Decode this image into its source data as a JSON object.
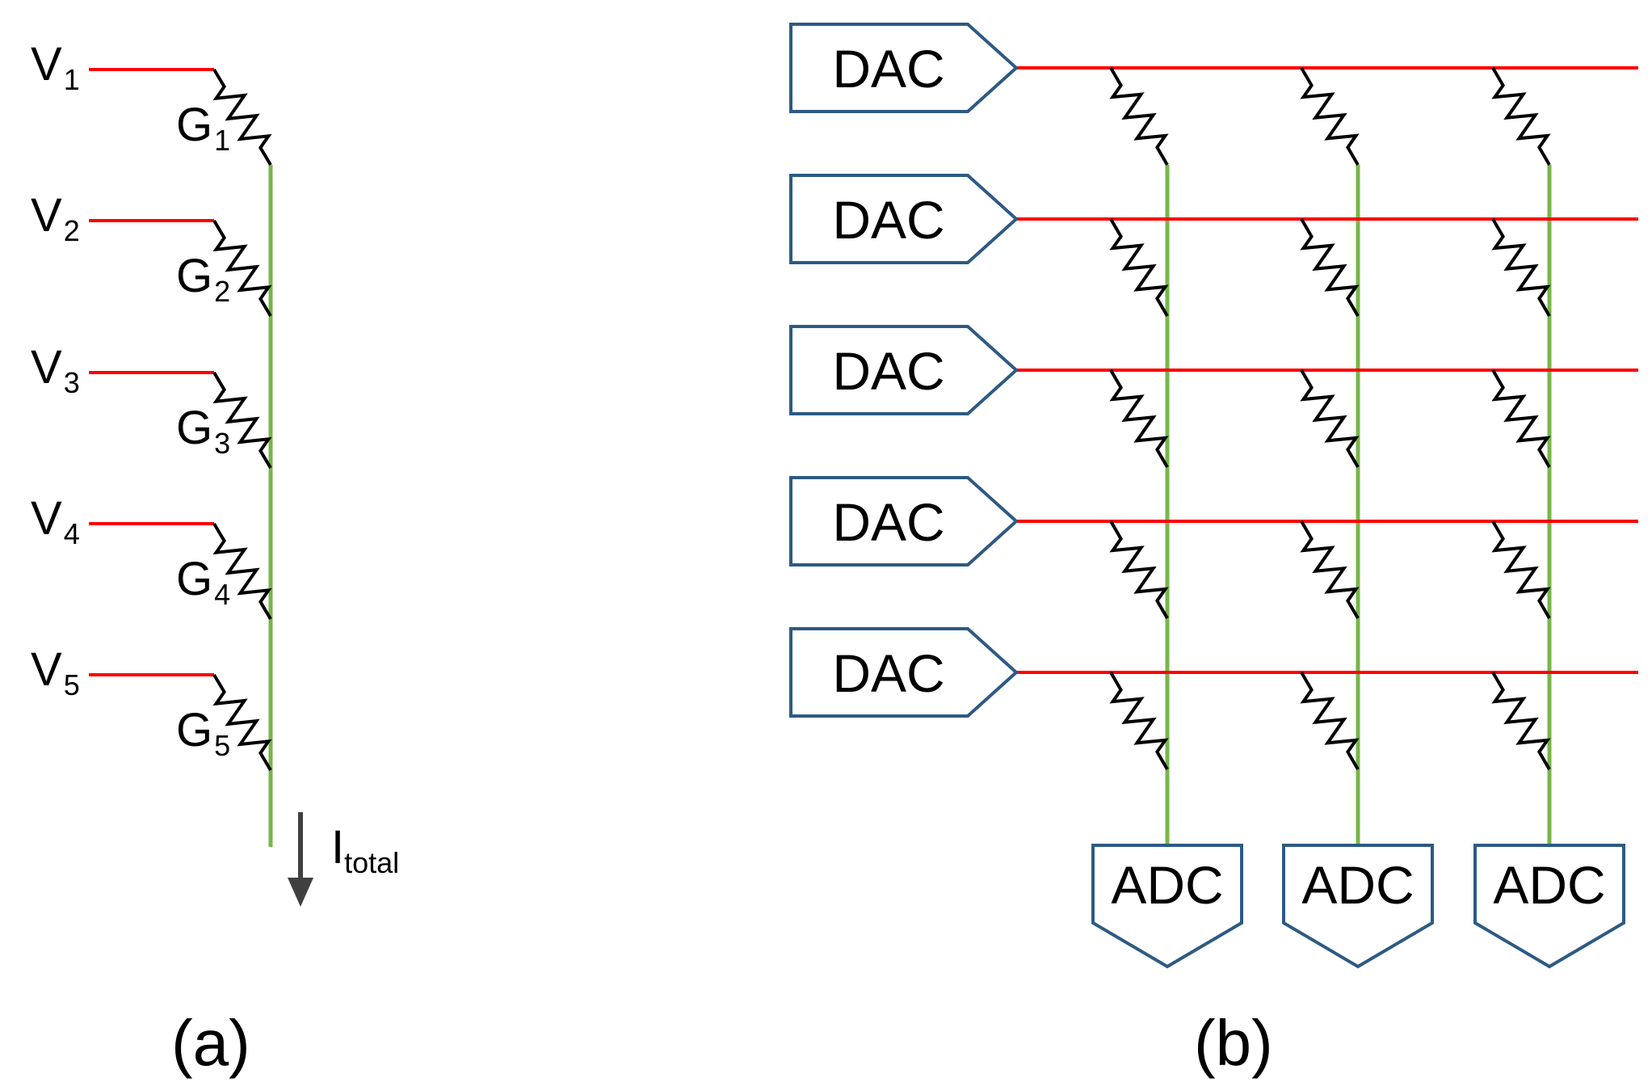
{
  "colors": {
    "row_line": "#ff0000",
    "column_line": "#77b64a",
    "resistor": "#000000",
    "box_stroke": "#2d5a84",
    "arrow": "#404040"
  },
  "panel_a": {
    "label": "(a)",
    "voltages": [
      {
        "main": "V",
        "sub": "1"
      },
      {
        "main": "V",
        "sub": "2"
      },
      {
        "main": "V",
        "sub": "3"
      },
      {
        "main": "V",
        "sub": "4"
      },
      {
        "main": "V",
        "sub": "5"
      }
    ],
    "conductances": [
      {
        "main": "G",
        "sub": "1"
      },
      {
        "main": "G",
        "sub": "2"
      },
      {
        "main": "G",
        "sub": "3"
      },
      {
        "main": "G",
        "sub": "4"
      },
      {
        "main": "G",
        "sub": "5"
      }
    ],
    "current": {
      "main": "I",
      "sub": "total"
    }
  },
  "panel_b": {
    "label": "(b)",
    "dac_labels": [
      "DAC",
      "DAC",
      "DAC",
      "DAC",
      "DAC"
    ],
    "adc_labels": [
      "ADC",
      "ADC",
      "ADC"
    ]
  }
}
